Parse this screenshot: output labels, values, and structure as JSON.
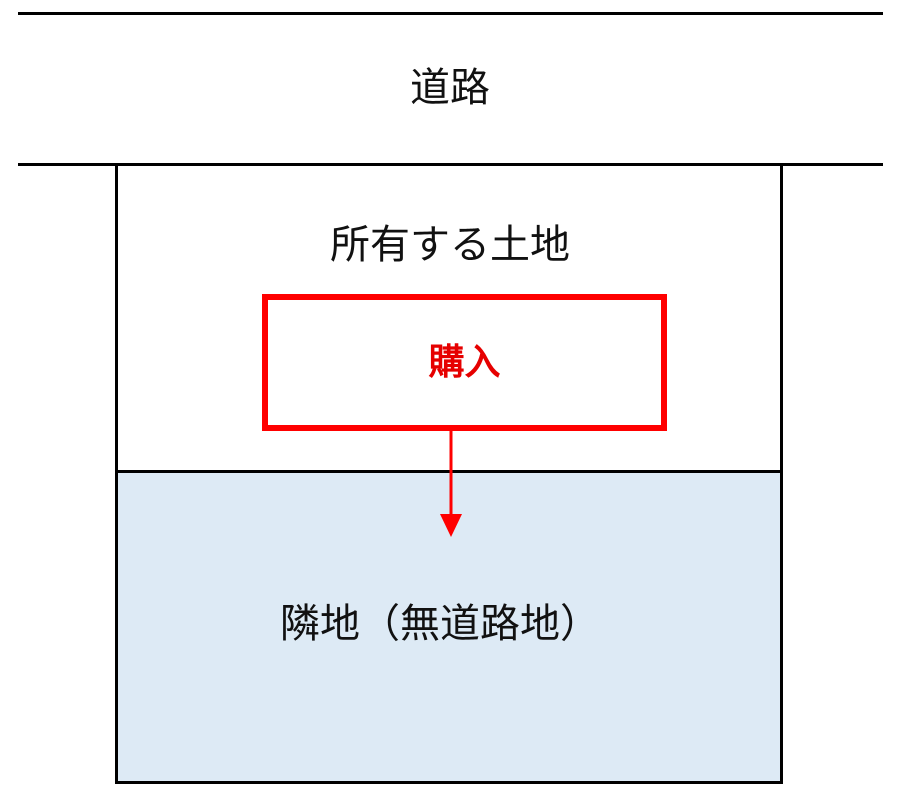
{
  "road": {
    "label": "道路"
  },
  "owned_land": {
    "label": "所有する土地"
  },
  "purchase": {
    "label": "購入"
  },
  "neighbor_land": {
    "label": "隣地（無道路地）"
  },
  "colors": {
    "accent": "#ff0000",
    "neighbor_fill": "#ddeaf5",
    "line": "#000000"
  }
}
